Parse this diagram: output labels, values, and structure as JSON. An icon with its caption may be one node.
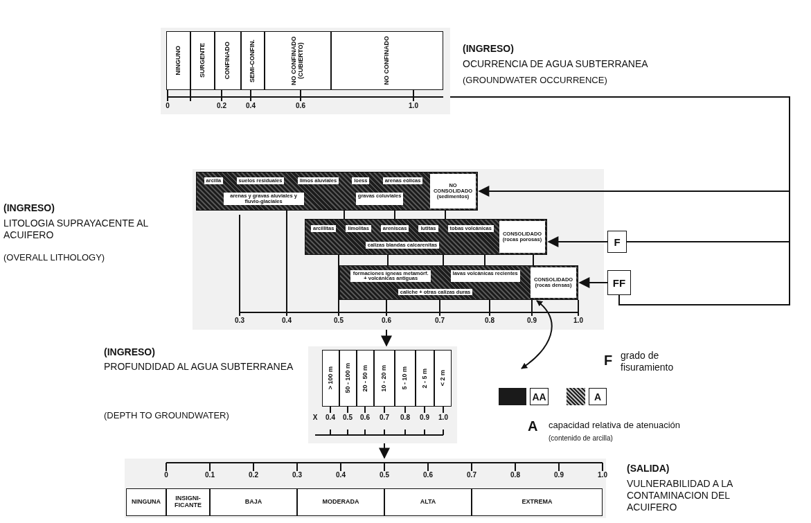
{
  "diagram": {
    "nodes": [
      {
        "text": [],
        "shape": "box"
      },
      {
        "text": [
          "NINGUNO"
        ],
        "in": 0
      },
      {
        "text": [
          "SURGENTE"
        ],
        "in": 0
      },
      {
        "text": [
          "CONFINADO"
        ],
        "in": 0
      },
      {
        "text": [
          "SEMI-CONFIN."
        ],
        "in": 0
      },
      {
        "text": [
          "NO CONFINADO (CUBIERTO)"
        ],
        "in": 0
      },
      {
        "text": [
          "NO CONFINADO"
        ],
        "in": 0
      },
      {
        "text": [],
        "shape": "box"
      },
      {
        "text": [
          "arcilla",
          "suelos residuales",
          "limos aluviales",
          "loess",
          "arenas eólicas",
          "arenas y gravas aluviales y fluvio-glaciales",
          "gravas coluviales",
          "NO CONSOLIDADO (sedimentos)"
        ],
        "in": 7
      },
      {
        "text": [
          "arcillitas",
          "limolitas",
          "areniscas",
          "lutitas",
          "tobas volcánicas",
          "calizas blandas calcarenitas",
          "CONSOLIDADO (rocas porosas)"
        ],
        "in": 7
      },
      {
        "text": [
          "formaciones ígneas metamórf. + volcánicas antiguas",
          "lavas volcánicas recientes",
          "caliche + otras calizas duras",
          "CONSOLIDADO (rocas densas)"
        ],
        "in": 7
      },
      {
        "text": [
          "F"
        ]
      },
      {
        "text": [
          "FF"
        ]
      },
      {
        "text": [],
        "shape": "box"
      },
      {
        "text": [
          "> 100 m"
        ],
        "in": 13
      },
      {
        "text": [
          "50 - 100 m"
        ],
        "in": 13
      },
      {
        "text": [
          "20 - 50 m"
        ],
        "in": 13
      },
      {
        "text": [
          "10 - 20 m"
        ],
        "in": 13
      },
      {
        "text": [
          "5 - 10 m"
        ],
        "in": 13
      },
      {
        "text": [
          "2 - 5 m"
        ],
        "in": 13
      },
      {
        "text": [
          "< 2 m"
        ],
        "in": 13
      },
      {
        "text": [],
        "shape": "box"
      },
      {
        "text": [
          "NINGUNA"
        ],
        "in": 21
      },
      {
        "text": [
          "INSIGNI- FICANTE"
        ],
        "in": 21
      },
      {
        "text": [
          "BAJA"
        ],
        "in": 21
      },
      {
        "text": [
          "MODERADA"
        ],
        "in": 21
      },
      {
        "text": [
          "ALTA"
        ],
        "in": 21
      },
      {
        "text": [
          "EXTREMA"
        ],
        "in": 21
      }
    ],
    "edges": [
      {
        "from": 0,
        "to": 8,
        "arrow": "to"
      },
      {
        "from": 0,
        "to": 11,
        "arrow": "none"
      },
      {
        "from": 0,
        "to": 12,
        "arrow": "none"
      },
      {
        "from": 11,
        "to": 9,
        "arrow": "to"
      },
      {
        "from": 12,
        "to": 10,
        "arrow": "to"
      },
      {
        "from": 10,
        "to": null,
        "arrow": "both"
      },
      {
        "from": 7,
        "to": 13,
        "arrow": "to"
      },
      {
        "from": 13,
        "to": 21,
        "arrow": "to"
      }
    ],
    "labels": [
      "(INGRESO)",
      "OCURRENCIA DE AGUA SUBTERRANEA",
      "(GROUNDWATER OCCURRENCE)",
      "0",
      "0.2",
      "0.4",
      "0.6",
      "1.0",
      "(INGRESO)",
      "LITOLOGIA SUPRAYACENTE AL ACUIFERO",
      "(OVERALL LITHOLOGY)",
      "0.3",
      "0.4",
      "0.5",
      "0.6",
      "0.7",
      "0.8",
      "0.9",
      "1.0",
      "F",
      "grado de fisuramiento",
      "(INGRESO)",
      "PROFUNDIDAD AL AGUA SUBTERRANEA",
      "(DEPTH TO GROUNDWATER)",
      "A",
      "capacidad relativa de atenuación",
      "(contenido de arcilla)",
      "X",
      "0.4",
      "0.5",
      "0.6",
      "0.7",
      "0.8",
      "0.9",
      "1.0",
      "0",
      "0.1",
      "0.2",
      "0.3",
      "0.4",
      "0.5",
      "0.6",
      "0.7",
      "0.8",
      "0.9",
      "1.0",
      "(SALIDA)",
      "VULNERABILIDAD A LA CONTAMINACION DEL ACUIFERO"
    ],
    "legend": [
      {
        "text": "AA",
        "color": "#1a1a1a"
      },
      {
        "text": "A"
      }
    ]
  }
}
